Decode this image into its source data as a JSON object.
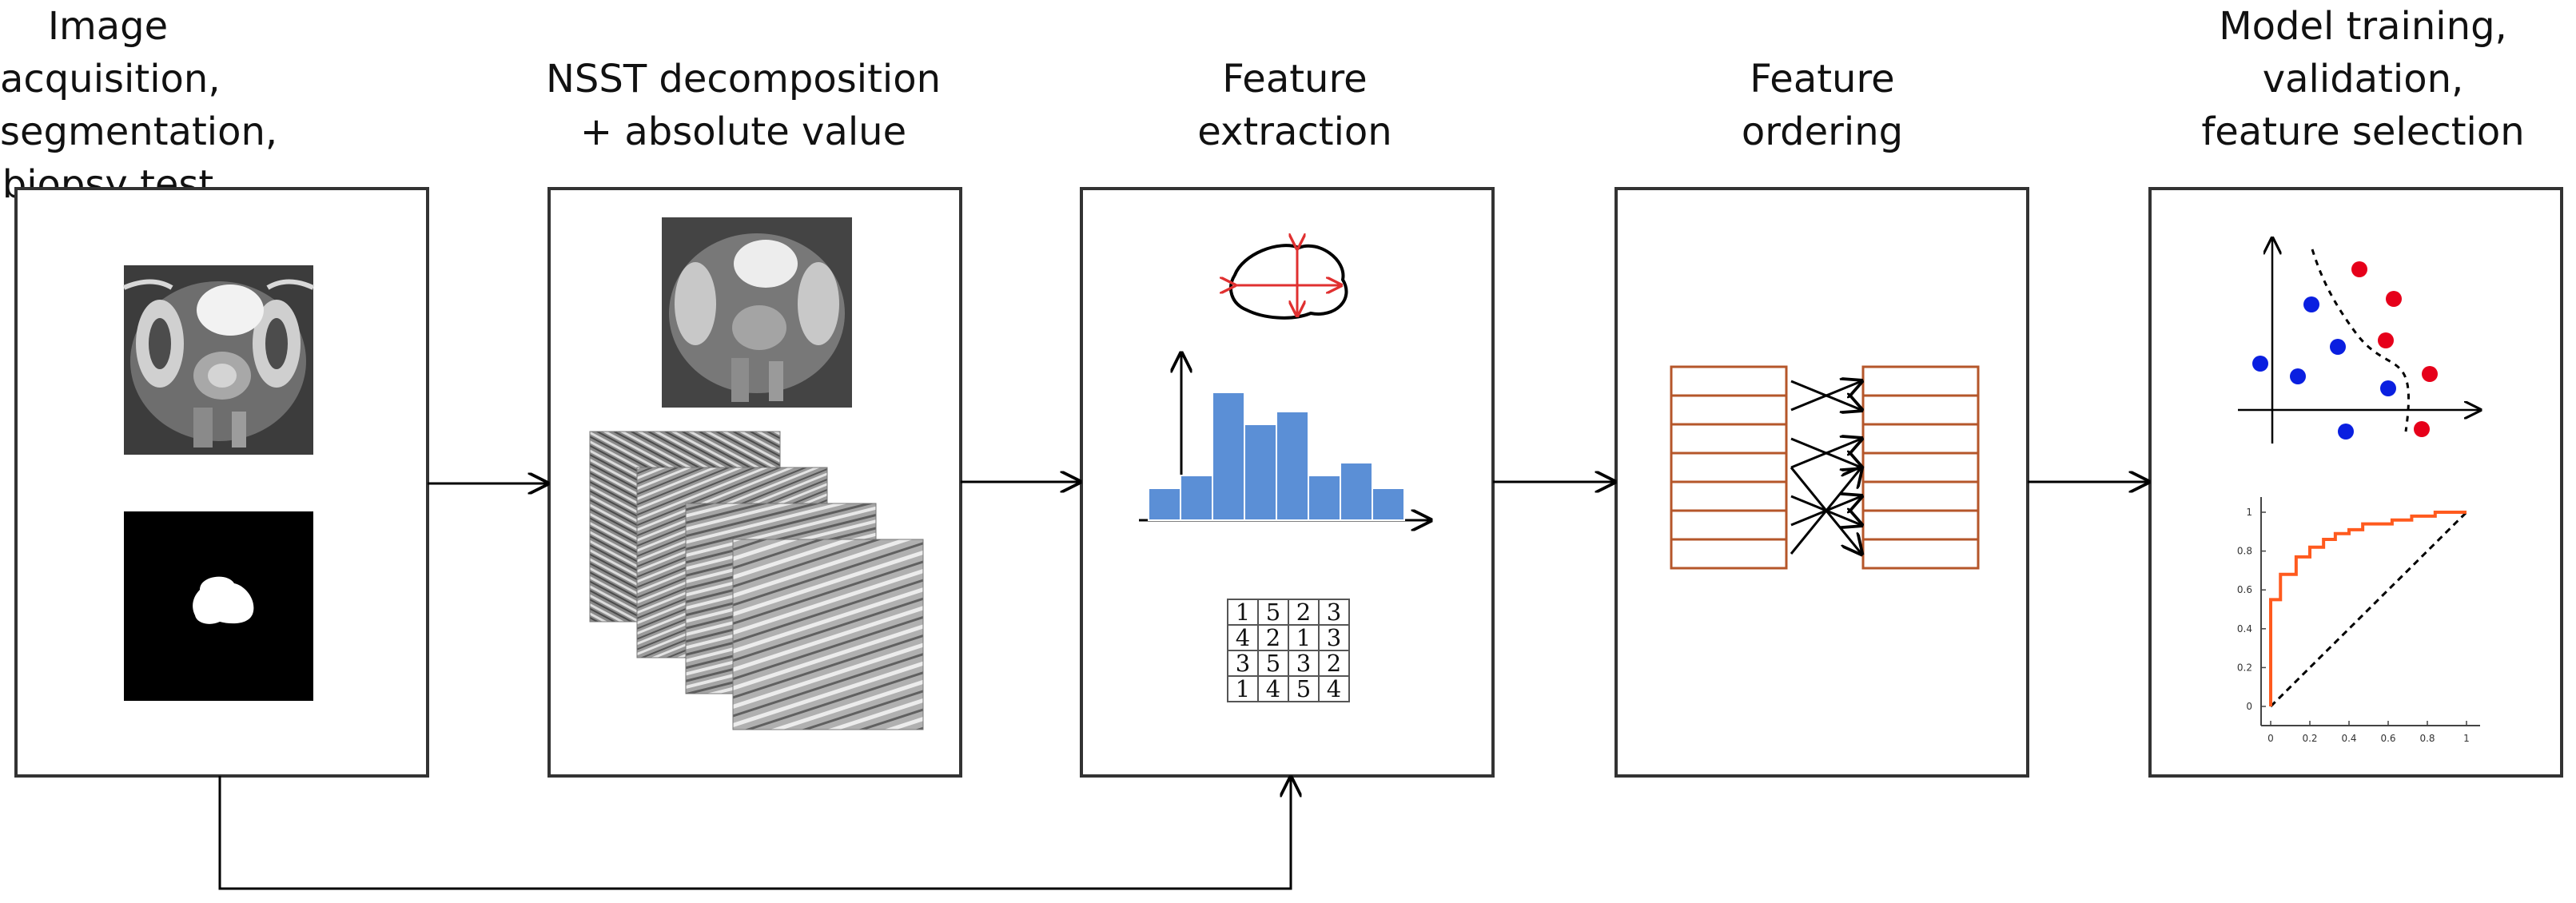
{
  "stages": [
    {
      "id": "acquisition",
      "title": "Image acquisition,\nsegmentation,\nbiopsy test"
    },
    {
      "id": "nsst",
      "title": "NSST decomposition\n+ absolute value"
    },
    {
      "id": "extraction",
      "title": "Feature\nextraction"
    },
    {
      "id": "ordering",
      "title": "Feature\nordering"
    },
    {
      "id": "training",
      "title": "Model training,\nvalidation,\nfeature selection"
    }
  ],
  "feature_grid": [
    [
      "1",
      "5",
      "2",
      "3"
    ],
    [
      "4",
      "2",
      "1",
      "3"
    ],
    [
      "3",
      "5",
      "3",
      "2"
    ],
    [
      "1",
      "4",
      "5",
      "4"
    ]
  ],
  "histogram": [
    5,
    7,
    20,
    15,
    17,
    7,
    9,
    5
  ],
  "roc": {
    "x_ticks": [
      "0",
      "0.2",
      "0.4",
      "0.6",
      "0.8",
      "1"
    ],
    "y_ticks": [
      "0",
      "0.2",
      "0.4",
      "0.6",
      "0.8",
      "1"
    ],
    "curve": [
      [
        0,
        0
      ],
      [
        0,
        0.55
      ],
      [
        0.05,
        0.55
      ],
      [
        0.05,
        0.68
      ],
      [
        0.13,
        0.68
      ],
      [
        0.13,
        0.77
      ],
      [
        0.2,
        0.77
      ],
      [
        0.2,
        0.82
      ],
      [
        0.27,
        0.82
      ],
      [
        0.27,
        0.86
      ],
      [
        0.33,
        0.86
      ],
      [
        0.33,
        0.89
      ],
      [
        0.4,
        0.89
      ],
      [
        0.4,
        0.91
      ],
      [
        0.47,
        0.91
      ],
      [
        0.47,
        0.94
      ],
      [
        0.62,
        0.94
      ],
      [
        0.62,
        0.96
      ],
      [
        0.72,
        0.96
      ],
      [
        0.72,
        0.98
      ],
      [
        0.84,
        0.98
      ],
      [
        0.84,
        1
      ],
      [
        1,
        1
      ]
    ]
  },
  "colors": {
    "histogram_bar": "#5b8fd6",
    "ordering_box": "#b5562a",
    "roc_curve": "#ff5a1e",
    "class_a": "#0a1fe0",
    "class_b": "#e6001a",
    "size_arrow": "#e03030"
  }
}
